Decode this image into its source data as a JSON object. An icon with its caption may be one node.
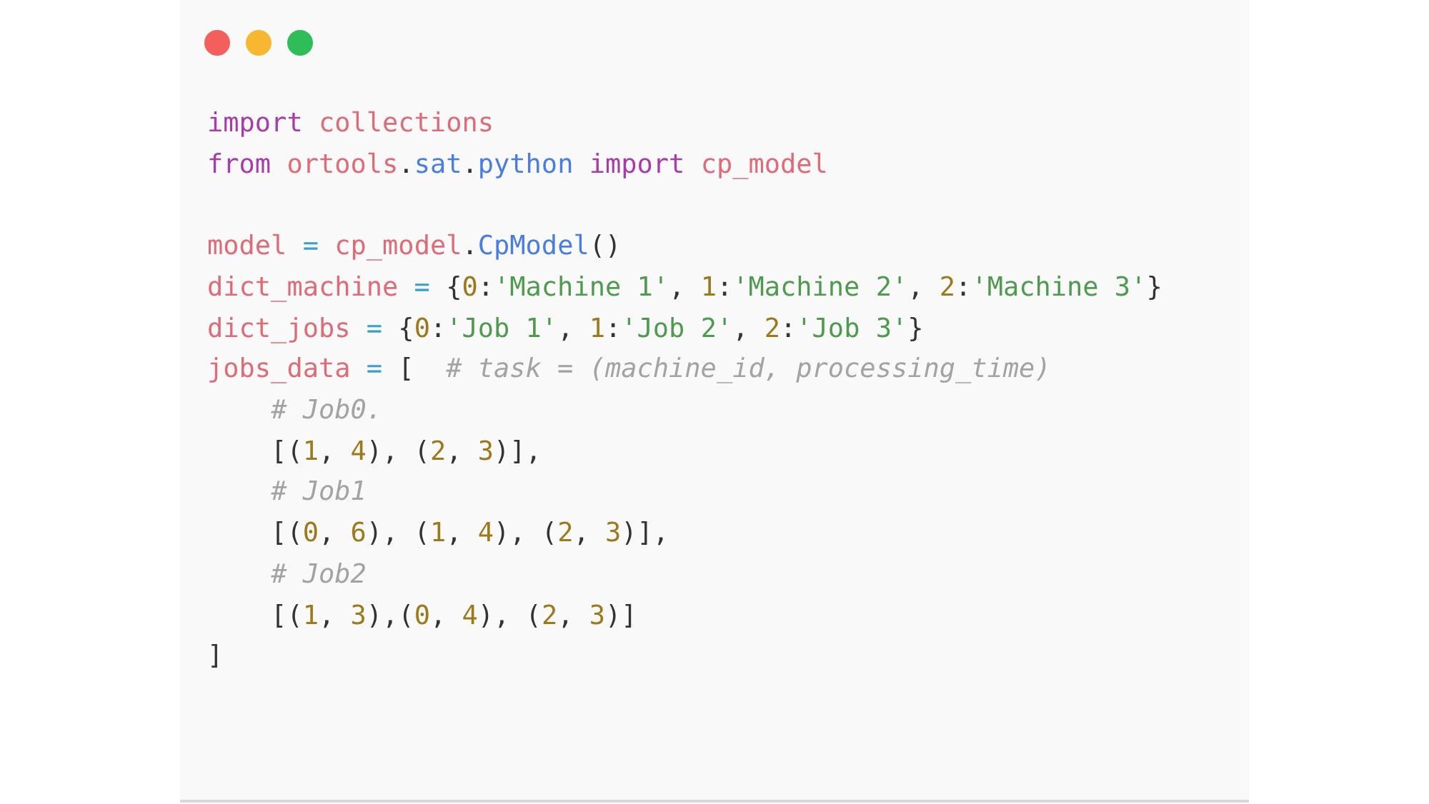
{
  "diagram": {
    "labels": [
      "import collections",
      "from ortools.sat.python import cp_model",
      "model = cp_model.CpModel()",
      "dict_machine = {0:'Machine 1', 1:'Machine 2', 2:'Machine 3'}",
      "dict_jobs = {0:'Job 1', 1:'Job 2', 2:'Job 3'}",
      "jobs_data = [  # task = (machine_id, processing_time)",
      "    # Job0.",
      "    [(1, 4), (2, 3)],",
      "    # Job1",
      "    [(0, 6), (1, 4), (2, 3)],",
      "    # Job2",
      "    [(1, 3),(0, 4), (2, 3)]",
      "]"
    ]
  }
}
